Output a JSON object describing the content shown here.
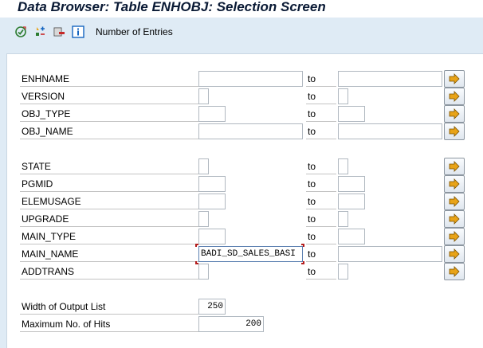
{
  "window": {
    "title": "Data Browser: Table ENHOBJ: Selection Screen"
  },
  "toolbar": {
    "icons": [
      "execute-icon",
      "selection-options-icon",
      "delete-selection-icon",
      "info-icon"
    ],
    "number_of_entries_label": "Number of Entries"
  },
  "to_label": "to",
  "fields": [
    {
      "name": "ENHNAME",
      "from": "",
      "to": ""
    },
    {
      "name": "VERSION",
      "from": "",
      "to": ""
    },
    {
      "name": "OBJ_TYPE",
      "from": "",
      "to": ""
    },
    {
      "name": "OBJ_NAME",
      "from": "",
      "to": ""
    },
    {
      "name": "STATE",
      "from": "",
      "to": ""
    },
    {
      "name": "PGMID",
      "from": "",
      "to": ""
    },
    {
      "name": "ELEMUSAGE",
      "from": "",
      "to": ""
    },
    {
      "name": "UPGRADE",
      "from": "",
      "to": ""
    },
    {
      "name": "MAIN_TYPE",
      "from": "",
      "to": ""
    },
    {
      "name": "MAIN_NAME",
      "from": "BADI_SD_SALES_BASI",
      "to": ""
    },
    {
      "name": "ADDTRANS",
      "from": "",
      "to": ""
    }
  ],
  "settings": {
    "width_label": "Width of Output List",
    "width_value": "250",
    "max_hits_label": "Maximum No. of Hits",
    "max_hits_value": "200"
  },
  "colors": {
    "background": "#dfebf5",
    "content": "#ffffff",
    "title": "#0a1a35",
    "arrow": "#e8a317"
  }
}
